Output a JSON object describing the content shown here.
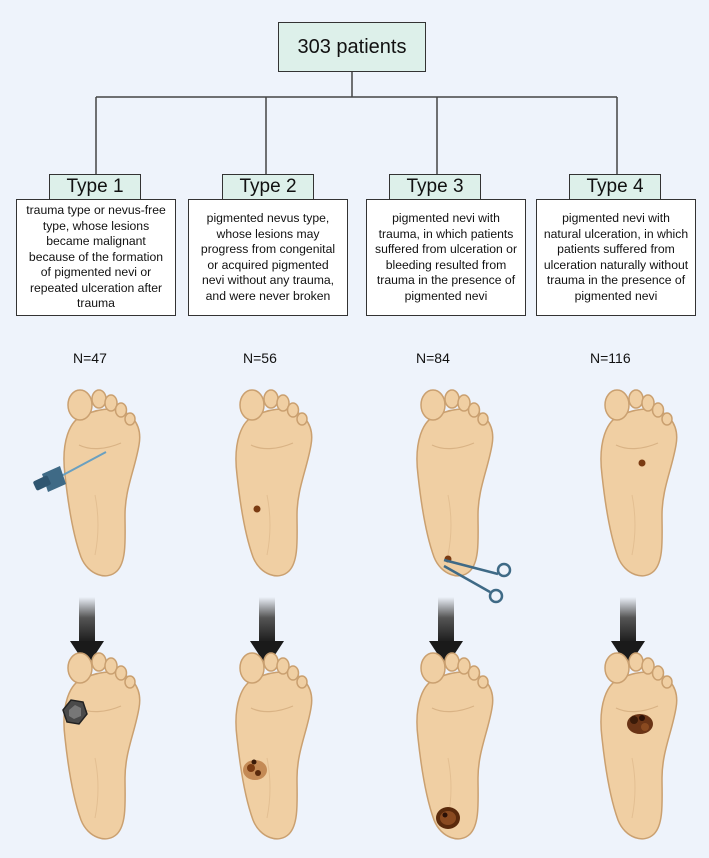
{
  "root": {
    "label": "303 patients"
  },
  "types": [
    {
      "label": "Type 1",
      "description": "trauma type or nevus-free type, whose lesions became malignant because of the formation of pigmented nevi or repeated ulceration after trauma",
      "n": "N=47"
    },
    {
      "label": "Type 2",
      "description": "pigmented nevus type, whose lesions may progress from congenital or acquired pigmented nevi without any trauma, and were never broken",
      "n": "N=56"
    },
    {
      "label": "Type 3",
      "description": "pigmented nevi with trauma, in which patients suffered from ulceration or bleeding resulted from trauma in the presence of pigmented nevi",
      "n": "N=84"
    },
    {
      "label": "Type 4",
      "description": "pigmented nevi with natural ulceration, in which patients suffered from ulceration naturally without trauma in the presence of pigmented nevi",
      "n": "N=116"
    }
  ],
  "colors": {
    "background": "#eef3fb",
    "box_fill": "#ddf0ea",
    "skin": "#f0cfa3",
    "skin_outline": "#caa070",
    "nevus": "#7a3b12",
    "arrow": "#222222",
    "tool": "#3f6a86"
  }
}
